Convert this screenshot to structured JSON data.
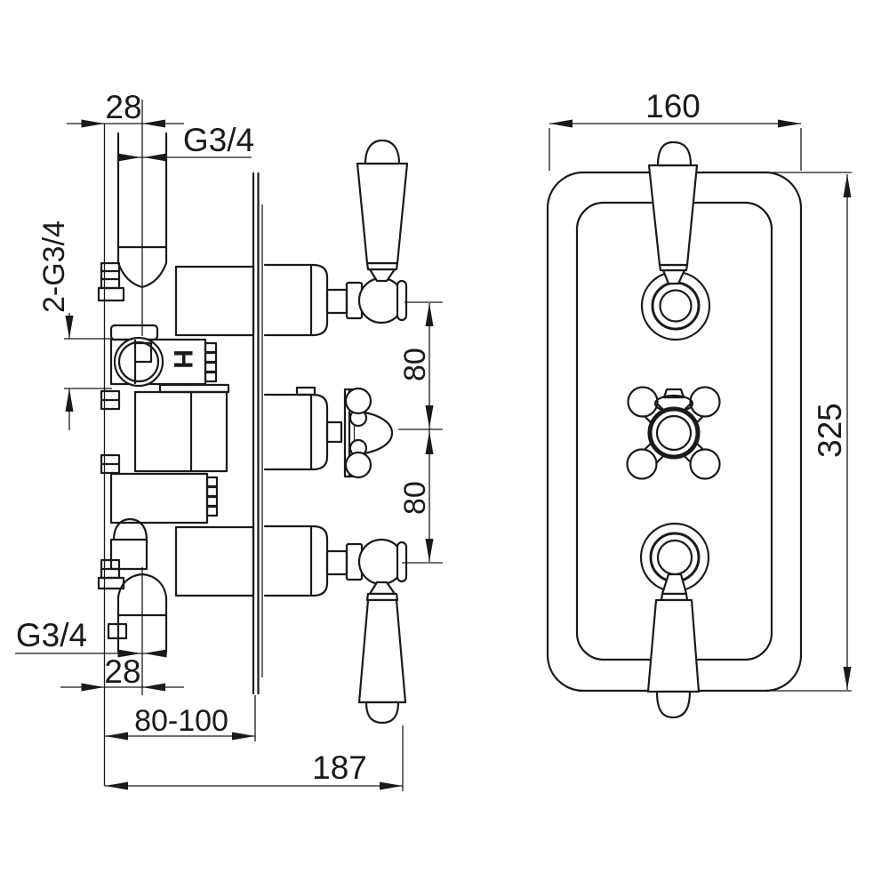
{
  "side_view": {
    "dims": {
      "top_offset": "28",
      "top_thread": "G3/4",
      "side_ports_thread": "2-G3/4",
      "spacing_upper": "80",
      "spacing_lower": "80",
      "bottom_thread": "G3/4",
      "bottom_offset": "28",
      "recess_depth": "80-100",
      "overall_depth": "187"
    },
    "hot_marker": "H"
  },
  "front_view": {
    "dims": {
      "plate_width": "160",
      "plate_height": "325"
    }
  },
  "line_color": "#1a1a1a"
}
